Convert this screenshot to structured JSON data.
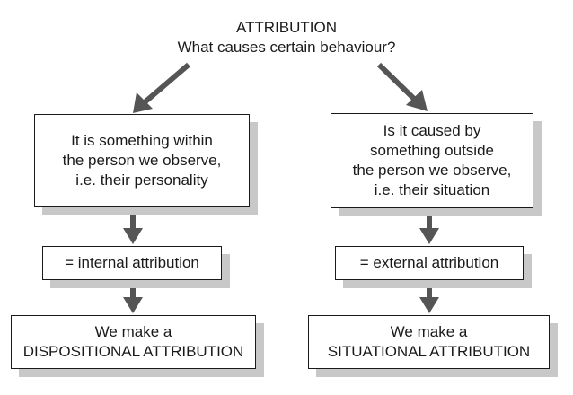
{
  "header": {
    "title": "ATTRIBUTION",
    "question": "What causes certain behaviour?"
  },
  "left": {
    "question_lines": [
      "It is something within",
      "the person we observe,",
      "i.e. their personality"
    ],
    "attribution": "= internal attribution",
    "conclusion_lines": [
      "We make a",
      "DISPOSITIONAL ATTRIBUTION"
    ]
  },
  "right": {
    "question_lines": [
      "Is it caused by",
      "something outside",
      "the person we observe,",
      "i.e. their situation"
    ],
    "attribution": "= external attribution",
    "conclusion_lines": [
      "We make a",
      "SITUATIONAL ATTRIBUTION"
    ]
  },
  "colors": {
    "arrow": "#555555",
    "border": "#1a1a1a",
    "shadow": "#c8c8c8"
  }
}
